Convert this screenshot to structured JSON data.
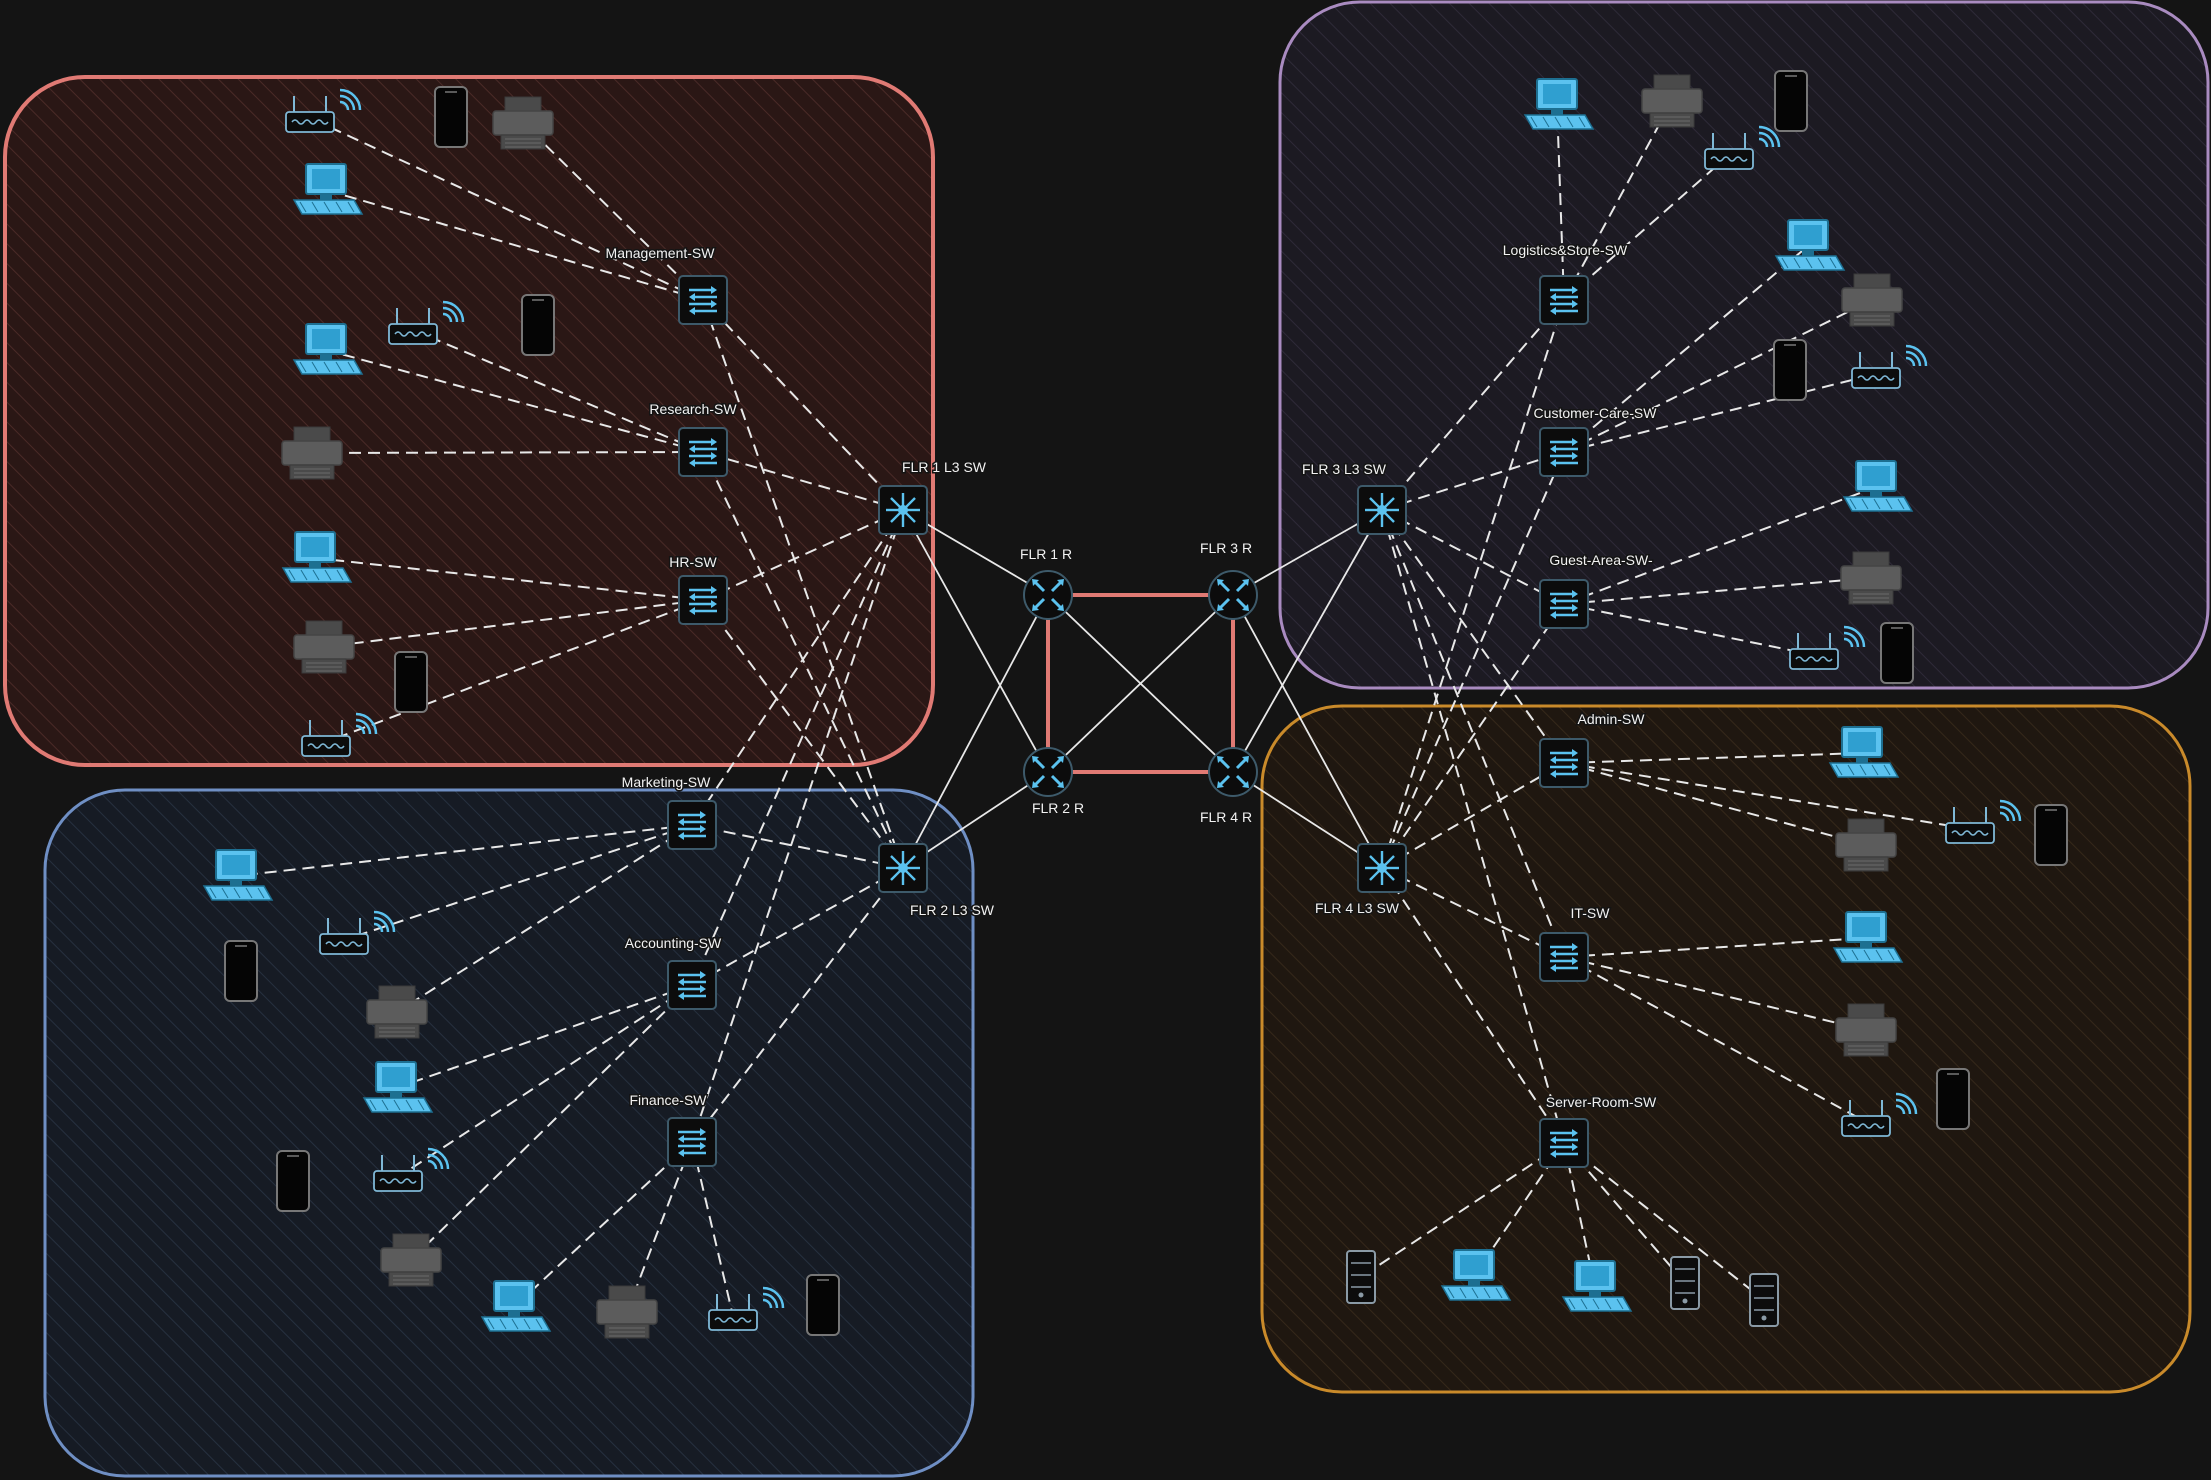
{
  "colors": {
    "background": "#141414",
    "zone_floor1": "#e07a74",
    "zone_floor2": "#6f8fc4",
    "zone_floor3": "#a98bc0",
    "zone_floor4": "#c98a2a",
    "device_blue": "#5bc2ef",
    "device_gray": "#5c5c5c",
    "ring_link": "#e07a74",
    "link": "#e8e8e8"
  },
  "zones": [
    {
      "id": "zone-floor1",
      "color": "#e07a74",
      "fill": "#2a1715"
    },
    {
      "id": "zone-floor2",
      "color": "#6f8fc4",
      "fill": "#161b24"
    },
    {
      "id": "zone-floor3",
      "color": "#a98bc0",
      "fill": "#1c1a22"
    },
    {
      "id": "zone-floor4",
      "color": "#c98a2a",
      "fill": "#1f1710"
    }
  ],
  "routers": [
    {
      "id": "r1",
      "label": "FLR 1 R",
      "icon": "router-icon"
    },
    {
      "id": "r2",
      "label": "FLR 2 R",
      "icon": "router-icon"
    },
    {
      "id": "r3",
      "label": "FLR 3 R",
      "icon": "router-icon"
    },
    {
      "id": "r4",
      "label": "FLR 4 R",
      "icon": "router-icon"
    }
  ],
  "l3_switches": [
    {
      "id": "l1",
      "label": "FLR 1 L3 SW",
      "icon": "l3-switch-icon"
    },
    {
      "id": "l2",
      "label": "FLR 2 L3 SW",
      "icon": "l3-switch-icon"
    },
    {
      "id": "l3",
      "label": "FLR 3 L3 SW",
      "icon": "l3-switch-icon"
    },
    {
      "id": "l4",
      "label": "FLR 4 L3 SW",
      "icon": "l3-switch-icon"
    }
  ],
  "access_switches": [
    {
      "id": "mgmt",
      "label": "Management-SW",
      "floor": "l1"
    },
    {
      "id": "res",
      "label": "Research-SW",
      "floor": "l1"
    },
    {
      "id": "hr",
      "label": "HR-SW",
      "floor": "l1"
    },
    {
      "id": "mkt",
      "label": "Marketing-SW",
      "floor": "l2"
    },
    {
      "id": "acc",
      "label": "Accounting-SW",
      "floor": "l2"
    },
    {
      "id": "fin",
      "label": "Finance-SW",
      "floor": "l2"
    },
    {
      "id": "log",
      "label": "Logistics&Store-SW",
      "floor": "l3"
    },
    {
      "id": "cc",
      "label": "Customer-Care-SW",
      "floor": "l3"
    },
    {
      "id": "guest",
      "label": "Guest-Area-SW-",
      "floor": "l3"
    },
    {
      "id": "adm",
      "label": "Admin-SW",
      "floor": "l4"
    },
    {
      "id": "it",
      "label": "IT-SW",
      "floor": "l4"
    },
    {
      "id": "srv",
      "label": "Server-Room-SW",
      "floor": "l4"
    }
  ],
  "endpoints": [
    {
      "type": "pc",
      "switch": "mgmt"
    },
    {
      "type": "ap",
      "switch": "mgmt"
    },
    {
      "type": "phone",
      "switch": null
    },
    {
      "type": "printer",
      "switch": "mgmt"
    },
    {
      "type": "pc",
      "switch": "res"
    },
    {
      "type": "ap",
      "switch": "res"
    },
    {
      "type": "phone",
      "switch": null
    },
    {
      "type": "printer",
      "switch": "res"
    },
    {
      "type": "pc",
      "switch": "hr"
    },
    {
      "type": "printer",
      "switch": "hr"
    },
    {
      "type": "ap",
      "switch": "hr"
    },
    {
      "type": "phone",
      "switch": null
    },
    {
      "type": "pc",
      "switch": "mkt"
    },
    {
      "type": "ap",
      "switch": "mkt"
    },
    {
      "type": "phone",
      "switch": null
    },
    {
      "type": "printer",
      "switch": "mkt"
    },
    {
      "type": "pc",
      "switch": "acc"
    },
    {
      "type": "ap",
      "switch": "acc"
    },
    {
      "type": "phone",
      "switch": null
    },
    {
      "type": "printer",
      "switch": "acc"
    },
    {
      "type": "pc",
      "switch": "fin"
    },
    {
      "type": "printer",
      "switch": "fin"
    },
    {
      "type": "ap",
      "switch": "fin"
    },
    {
      "type": "phone",
      "switch": null
    },
    {
      "type": "pc",
      "switch": "log"
    },
    {
      "type": "printer",
      "switch": "log"
    },
    {
      "type": "ap",
      "switch": "log"
    },
    {
      "type": "phone",
      "switch": null
    },
    {
      "type": "pc",
      "switch": "cc"
    },
    {
      "type": "printer",
      "switch": "cc"
    },
    {
      "type": "ap",
      "switch": "cc"
    },
    {
      "type": "phone",
      "switch": null
    },
    {
      "type": "pc",
      "switch": "guest"
    },
    {
      "type": "printer",
      "switch": "guest"
    },
    {
      "type": "ap",
      "switch": "guest"
    },
    {
      "type": "phone",
      "switch": null
    },
    {
      "type": "pc",
      "switch": "adm"
    },
    {
      "type": "printer",
      "switch": "adm"
    },
    {
      "type": "ap",
      "switch": "adm"
    },
    {
      "type": "phone",
      "switch": null
    },
    {
      "type": "pc",
      "switch": "it"
    },
    {
      "type": "printer",
      "switch": "it"
    },
    {
      "type": "ap",
      "switch": "it"
    },
    {
      "type": "phone",
      "switch": null
    },
    {
      "type": "server",
      "switch": "srv"
    },
    {
      "type": "pc",
      "switch": "srv"
    },
    {
      "type": "pc",
      "switch": "srv"
    },
    {
      "type": "server",
      "switch": "srv"
    },
    {
      "type": "server",
      "switch": "srv"
    }
  ],
  "links": {
    "router_ring": [
      [
        "r1",
        "r3"
      ],
      [
        "r3",
        "r4"
      ],
      [
        "r4",
        "r2"
      ],
      [
        "r2",
        "r1"
      ]
    ],
    "router_cross": [
      [
        "r1",
        "r4"
      ],
      [
        "r2",
        "r3"
      ]
    ],
    "router_to_l3": [
      [
        "r1",
        "l1"
      ],
      [
        "r1",
        "l2"
      ],
      [
        "r2",
        "l1"
      ],
      [
        "r2",
        "l2"
      ],
      [
        "r3",
        "l3"
      ],
      [
        "r3",
        "l4"
      ],
      [
        "r4",
        "l3"
      ],
      [
        "r4",
        "l4"
      ]
    ],
    "l3_to_access": [
      [
        "l1",
        "mgmt"
      ],
      [
        "l1",
        "res"
      ],
      [
        "l1",
        "hr"
      ],
      [
        "l1",
        "mkt"
      ],
      [
        "l1",
        "acc"
      ],
      [
        "l1",
        "fin"
      ],
      [
        "l2",
        "mgmt"
      ],
      [
        "l2",
        "res"
      ],
      [
        "l2",
        "hr"
      ],
      [
        "l2",
        "mkt"
      ],
      [
        "l2",
        "acc"
      ],
      [
        "l2",
        "fin"
      ],
      [
        "l3",
        "log"
      ],
      [
        "l3",
        "cc"
      ],
      [
        "l3",
        "guest"
      ],
      [
        "l3",
        "adm"
      ],
      [
        "l3",
        "it"
      ],
      [
        "l3",
        "srv"
      ],
      [
        "l4",
        "log"
      ],
      [
        "l4",
        "cc"
      ],
      [
        "l4",
        "guest"
      ],
      [
        "l4",
        "adm"
      ],
      [
        "l4",
        "it"
      ],
      [
        "l4",
        "srv"
      ]
    ]
  }
}
